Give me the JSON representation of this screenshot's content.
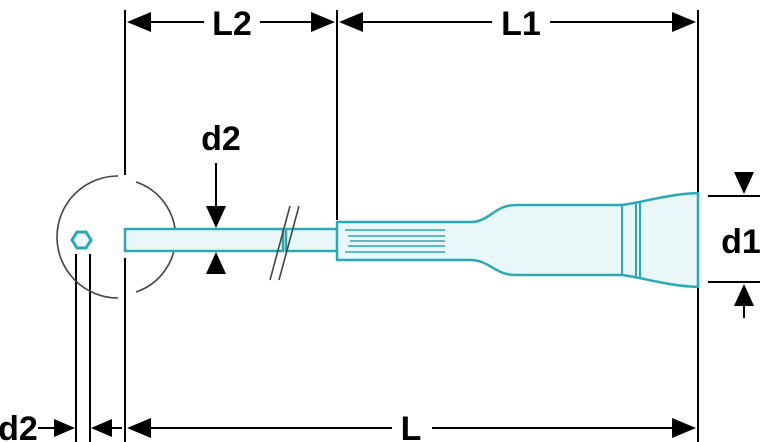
{
  "labels": {
    "L2": "L2",
    "L1": "L1",
    "L": "L",
    "d1": "d1",
    "d2_blade": "d2",
    "d2_end": "d2"
  },
  "colors": {
    "outline": "#29a9b5",
    "fill": "#eaf7f8",
    "line": "#000000",
    "circle": "#444444"
  }
}
